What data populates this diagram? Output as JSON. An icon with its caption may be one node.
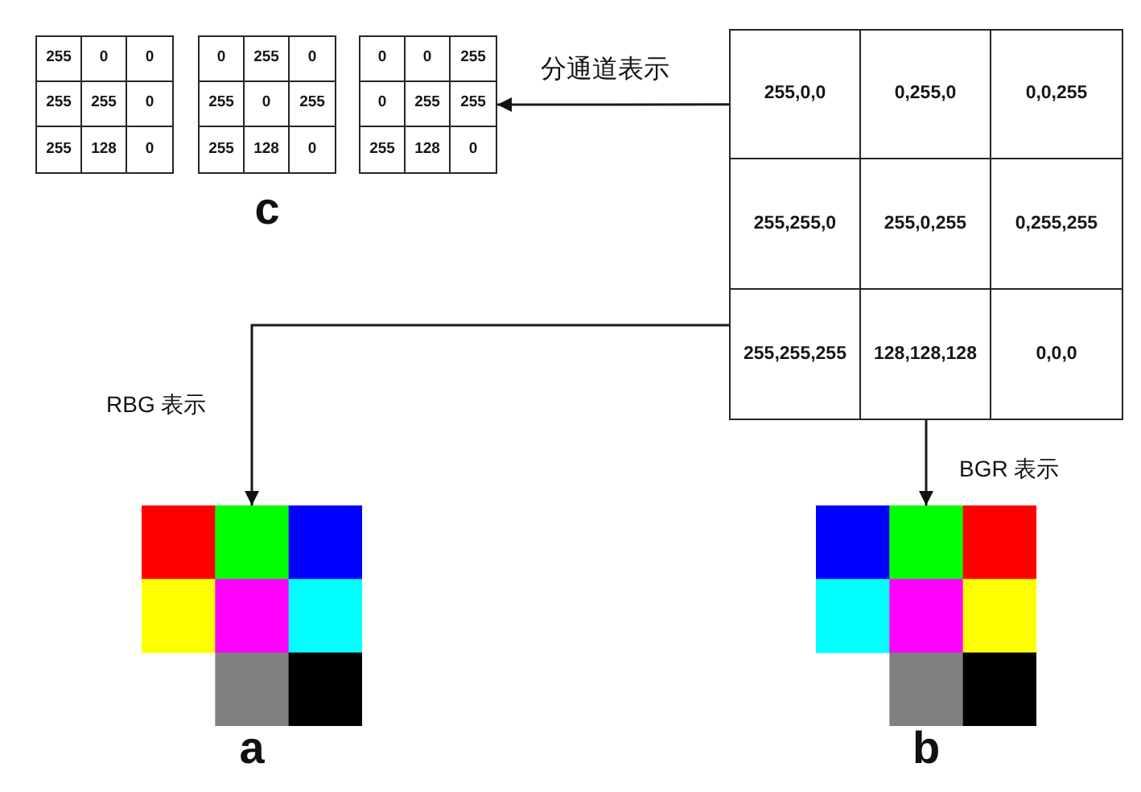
{
  "diagram": {
    "nodes": [
      {
        "text": [
          "255",
          "0",
          "0",
          "255",
          "255",
          "0",
          "255",
          "128",
          "0"
        ]
      },
      {
        "text": [
          "0",
          "255",
          "0",
          "255",
          "0",
          "255",
          "255",
          "128",
          "0"
        ]
      },
      {
        "text": [
          "0",
          "0",
          "255",
          "0",
          "255",
          "255",
          "255",
          "128",
          "0"
        ]
      },
      {
        "text": [
          "255,0,0",
          "0,255,0",
          "0,0,255",
          "255,255,0",
          "255,0,255",
          "0,255,255",
          "255,255,255",
          "128,128,128",
          "0,0,0"
        ]
      },
      {
        "text": [],
        "shape": "picture",
        "beside": [
          "a"
        ]
      },
      {
        "text": [],
        "shape": "picture",
        "beside": [
          "b"
        ]
      }
    ],
    "edges": [
      {
        "from": 3,
        "to": 2,
        "arrow": "to",
        "label": "分通道表示"
      },
      {
        "from": 3,
        "to": 4,
        "arrow": "to",
        "label": "RBG 表示"
      },
      {
        "from": 3,
        "to": 5,
        "arrow": "to",
        "label": "BGR 表示"
      }
    ],
    "labels": [
      "c"
    ]
  }
}
